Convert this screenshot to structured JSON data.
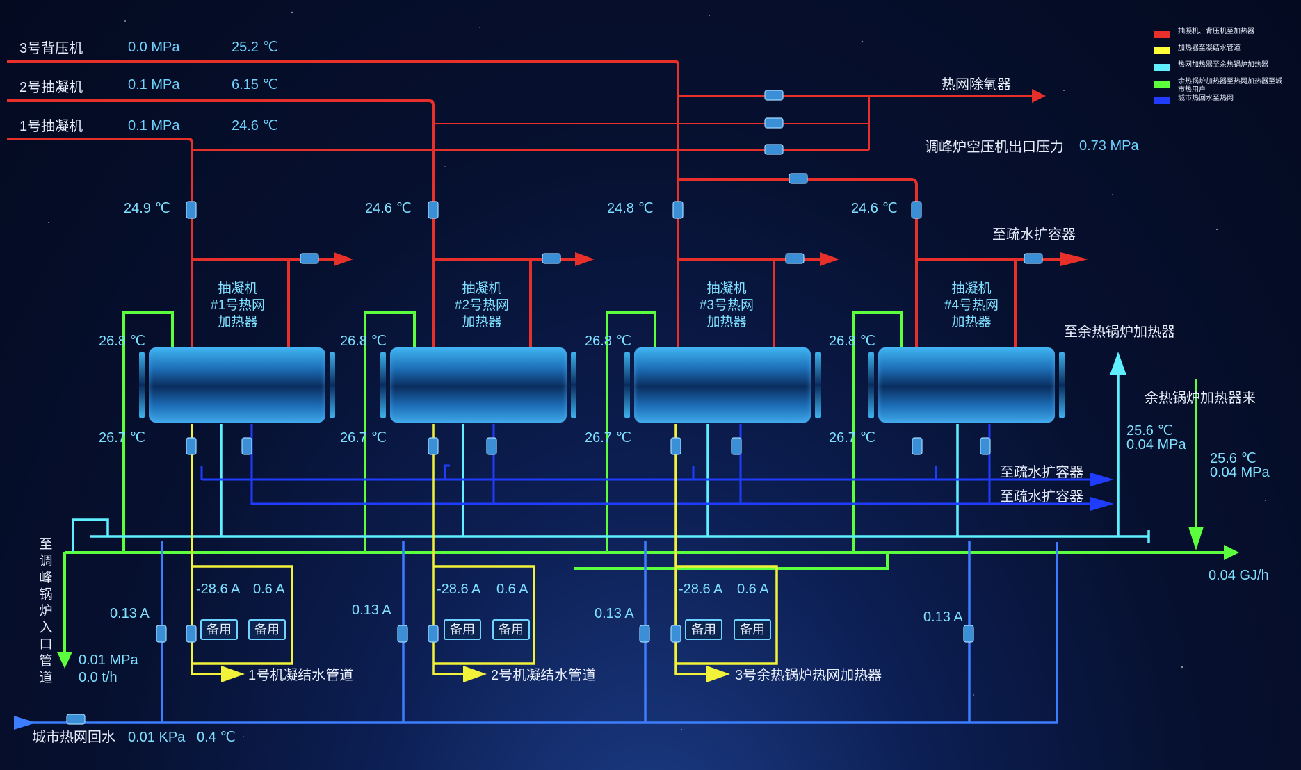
{
  "units": [
    {
      "name": "3号背压机",
      "pressure": "0.0 MPa",
      "temp": "25.2 ℃"
    },
    {
      "name": "2号抽凝机",
      "pressure": "0.1 MPa",
      "temp": "6.15 ℃"
    },
    {
      "name": "1号抽凝机",
      "pressure": "0.1 MPa",
      "temp": "24.6 ℃"
    }
  ],
  "destinations": {
    "deaerator": "热网除氧器",
    "peak_pressure_label": "调峰炉空压机出口压力",
    "peak_pressure_value": "0.73 MPa",
    "drain_expander_top": "至疏水扩容器",
    "to_hrsg_heater": "至余热锅炉加热器",
    "from_hrsg_heater": "余热锅炉加热器来",
    "drain_expander_1": "至疏水扩容器",
    "drain_expander_2": "至疏水扩容器"
  },
  "heaters": [
    {
      "name_lines": [
        "抽凝机",
        "#1号热网",
        "加热器"
      ],
      "steam_temp": "24.9 ℃",
      "hot_temp": "26.8 ℃",
      "cold_temp": "26.7 ℃"
    },
    {
      "name_lines": [
        "抽凝机",
        "#2号热网",
        "加热器"
      ],
      "steam_temp": "24.6 ℃",
      "hot_temp": "26.8 ℃",
      "cold_temp": "26.7 ℃"
    },
    {
      "name_lines": [
        "抽凝机",
        "#3号热网",
        "加热器"
      ],
      "steam_temp": "24.8 ℃",
      "hot_temp": "26.8 ℃",
      "cold_temp": "26.7 ℃"
    },
    {
      "name_lines": [
        "抽凝机",
        "#4号热网",
        "加热器"
      ],
      "steam_temp": "24.6 ℃",
      "hot_temp": "26.8 ℃",
      "cold_temp": "26.7 ℃"
    }
  ],
  "pump_groups": [
    {
      "current": "0.13 A",
      "pump_a": "-28.6 A",
      "pump_b": "0.6 A",
      "spare_a": "备用",
      "spare_b": "备用",
      "outlet": "1号机凝结水管道"
    },
    {
      "current": "0.13 A",
      "pump_a": "-28.6 A",
      "pump_b": "0.6 A",
      "spare_a": "备用",
      "spare_b": "备用",
      "outlet": "2号机凝结水管道"
    },
    {
      "current": "0.13 A",
      "pump_a": "-28.6 A",
      "pump_b": "0.6 A",
      "spare_a": "备用",
      "spare_b": "备用",
      "outlet": "3号余热锅炉热网加热器"
    }
  ],
  "pump4_current": "0.13 A",
  "return_in": {
    "temp": "25.6 ℃",
    "pressure": "0.04 MPa"
  },
  "hrsg_in": {
    "temp": "25.6 ℃",
    "pressure": "0.04 MPa"
  },
  "heat_output": "0.04 GJ/h",
  "peak_boiler": {
    "label_chars": [
      "至",
      "调",
      "峰",
      "锅",
      "炉",
      "入",
      "口",
      "管",
      "道"
    ],
    "pressure": "0.01 MPa",
    "flow": "0.0 t/h"
  },
  "city_return": {
    "label": "城市热网回水",
    "pressure": "0.01 KPa",
    "temp": "0.4 ℃"
  },
  "legend": [
    {
      "color": "#e8302a",
      "text": "抽凝机、背压机至加热器"
    },
    {
      "color": "#ffff3a",
      "text": "加热器至凝结水管道"
    },
    {
      "color": "#5ef0ff",
      "text": "热网加热器至余热锅炉加热器"
    },
    {
      "color": "#5cff3e",
      "text": "余热锅炉加热器至热网加热器至城市热用户"
    },
    {
      "color": "#1f3cff",
      "text": "城市热回水至热网"
    }
  ],
  "colors": {
    "steam": "#e8302a",
    "condensate": "#f2f23a",
    "cyan": "#5ef0ff",
    "green": "#5cff3e",
    "blue": "#1f3cff",
    "return_blue": "#3d7dff"
  }
}
